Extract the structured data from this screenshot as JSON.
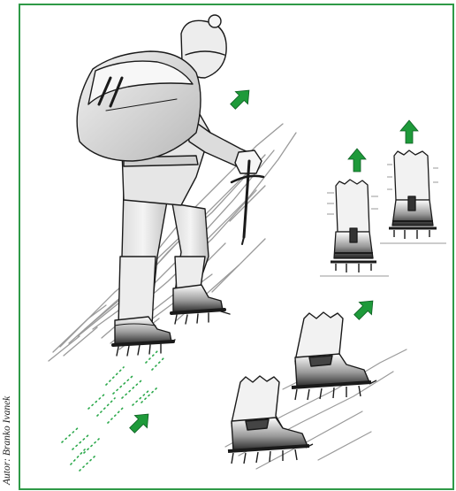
{
  "credit": "Autor: Branko Ivanek",
  "colors": {
    "border": "#2f9a47",
    "arrow": "#1e9a3a",
    "ink": "#1a1a1a",
    "garment_light": "#e6e6e6",
    "garment_mid": "#bdbdbd",
    "slope": "#9a9a9a",
    "footprint": "#2aa84a"
  },
  "illustration": {
    "subject": "mountaineer climbing a snow slope with crampons and ice axe",
    "icons": [
      "climber-figure",
      "ice-axe-icon",
      "crampon-boot-icon",
      "direction-arrow-icon",
      "footprint-dots-icon"
    ]
  }
}
